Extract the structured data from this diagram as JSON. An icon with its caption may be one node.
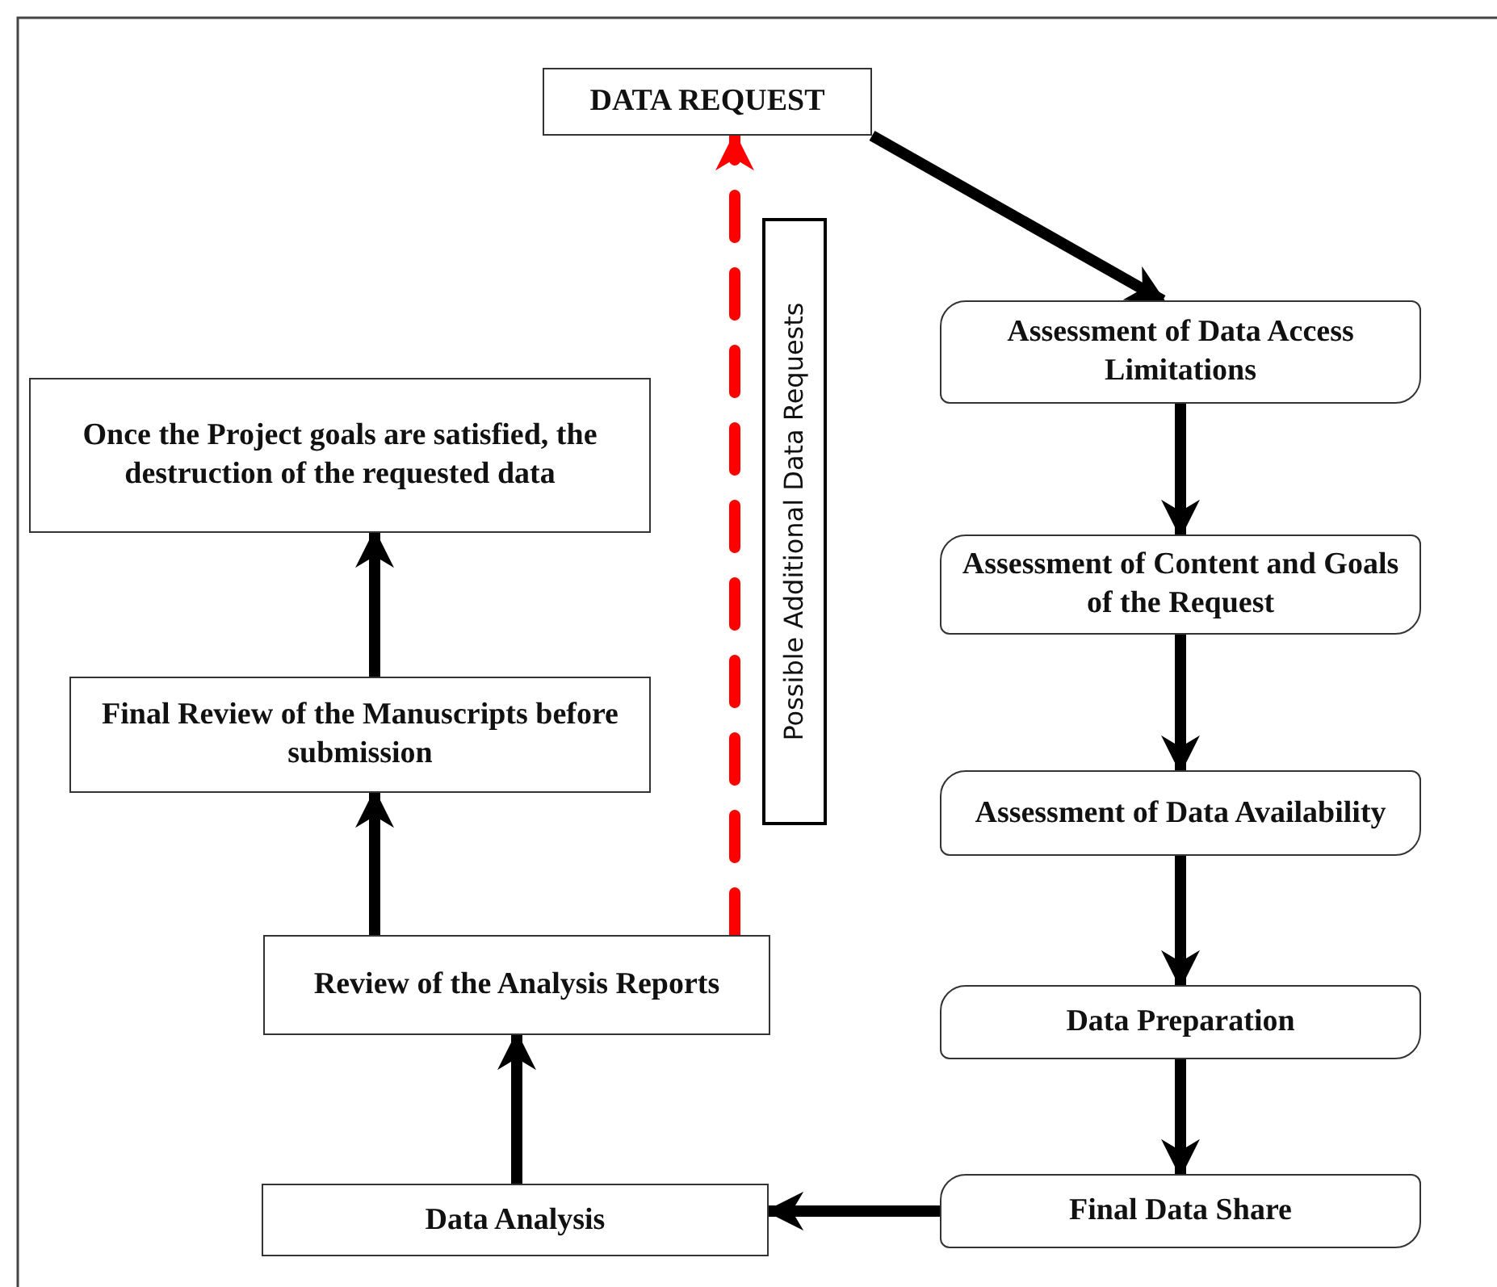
{
  "diagram": {
    "nodes": [
      {
        "text": [
          "DATA REQUEST"
        ]
      },
      {
        "text": [
          "Assessment of Data Access Limitations"
        ]
      },
      {
        "text": [
          "Assessment of Content and Goals of the Request"
        ]
      },
      {
        "text": [
          "Assessment of Data Availability"
        ]
      },
      {
        "text": [
          "Data Preparation"
        ]
      },
      {
        "text": [
          "Final Data Share"
        ]
      },
      {
        "text": [
          "Data Analysis"
        ]
      },
      {
        "text": [
          "Review of the Analysis Reports"
        ]
      },
      {
        "text": [
          "Final Review of the Manuscripts before submission"
        ]
      },
      {
        "text": [
          "Once the Project goals are satisfied, the destruction of the requested data"
        ]
      },
      {
        "text": [
          "Possible Additional Data Requests"
        ]
      }
    ],
    "edges": [
      {
        "from": 0,
        "to": 1,
        "arrow": "to"
      },
      {
        "from": 1,
        "to": 2,
        "arrow": "to"
      },
      {
        "from": 2,
        "to": 3,
        "arrow": "to"
      },
      {
        "from": 3,
        "to": 4,
        "arrow": "to"
      },
      {
        "from": 4,
        "to": 5,
        "arrow": "to"
      },
      {
        "from": 5,
        "to": 6,
        "arrow": "to"
      },
      {
        "from": 6,
        "to": 7,
        "arrow": "to"
      },
      {
        "from": 7,
        "to": 8,
        "arrow": "to"
      },
      {
        "from": 8,
        "to": 9,
        "arrow": "to"
      },
      {
        "from": 7,
        "to": 0,
        "arrow": "to",
        "style": "dashed",
        "color": "#ff0000"
      }
    ]
  }
}
